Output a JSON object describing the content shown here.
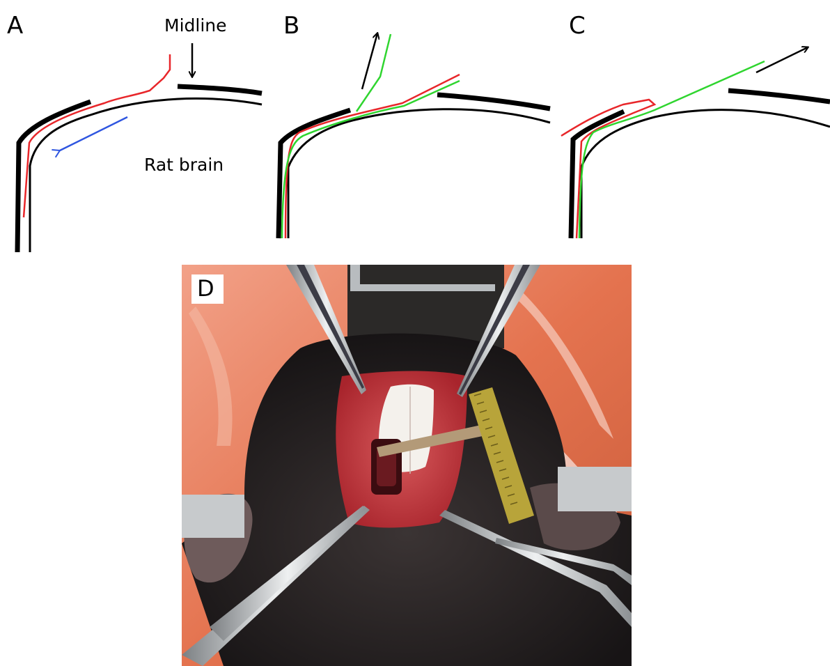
{
  "panels": {
    "a": {
      "label": "A",
      "midline_label": "Midline",
      "brain_label": "Rat brain"
    },
    "b": {
      "label": "B"
    },
    "c": {
      "label": "C"
    },
    "d": {
      "label": "D"
    }
  },
  "colors": {
    "skull": "#000000",
    "red_line": "#e8262a",
    "green_line": "#2fd52f",
    "blue_arrow": "#2f56e0",
    "arrow": "#000000"
  }
}
